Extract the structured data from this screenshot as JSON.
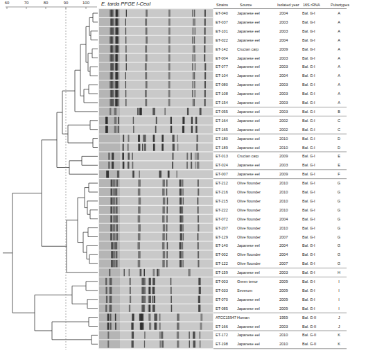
{
  "diagram": {
    "title": "E. tarda PFGE I-CeuI",
    "labels": [
      "60",
      "70",
      "80",
      "90",
      "100",
      "Strains",
      "Source",
      "Isolated year",
      "16S rRNA",
      "Pulsotypes",
      "ET-040",
      "Japanese eel",
      "2004",
      "Bal. G-I",
      "A",
      "ET-037",
      "Japanese eel",
      "2003",
      "Bal. G-I",
      "A",
      "ET-101",
      "Japanese eel",
      "2003",
      "Bal. G-I",
      "A",
      "ET-022",
      "Japanese eel",
      "2004",
      "Bal. G-I",
      "A",
      "ET-142",
      "Crucian carp",
      "2009",
      "Bal. G-I",
      "A",
      "ET-004",
      "Japanese eel",
      "2003",
      "Bal. G-I",
      "A",
      "ET-077",
      "Japanese eel",
      "2003",
      "Bal. G-I",
      "A",
      "ET-104",
      "Japanese eel",
      "2004",
      "Bal. G-I",
      "A",
      "ET-080",
      "Japanese eel",
      "2003",
      "Bal. G-I",
      "A",
      "ET-108",
      "Japanese eel",
      "2003",
      "Bal. G-I",
      "A",
      "ET-154",
      "Japanese eel",
      "2003",
      "Bal. G-I",
      "A",
      "ET-055",
      "Japanese eel",
      "2003",
      "Bal. G-I",
      "B",
      "ET-164",
      "Japanese eel",
      "2002",
      "Bal. G-I",
      "C",
      "ET-165",
      "Japanese eel",
      "2002",
      "Bal. G-I",
      "C",
      "ET-180",
      "Japanese eel",
      "2010",
      "Bal. G-I",
      "D",
      "ET-189",
      "Japanese eel",
      "2010",
      "Bal. G-I",
      "D",
      "ET-013",
      "Crucian carp",
      "2009",
      "Bal. G-I",
      "E",
      "ET-024",
      "Japanese eel",
      "2003",
      "Bal. G-I",
      "E",
      "ET-007",
      "Japanese eel",
      "2009",
      "Bal. G-I",
      "F",
      "ET-212",
      "Olive flounder",
      "2010",
      "Bal. G-I",
      "G",
      "ET-216",
      "Olive flounder",
      "2010",
      "Bal. G-I",
      "G",
      "ET-215",
      "Olive flounder",
      "2010",
      "Bal. G-I",
      "G",
      "ET-222",
      "Olive flounder",
      "2010",
      "Bal. G-I",
      "G",
      "ET-072",
      "Olive flounder",
      "2004",
      "Bal. G-I",
      "G",
      "ET-207",
      "Olive flounder",
      "2010",
      "Bal. G-I",
      "G",
      "ET-129",
      "Olive flounder",
      "2007",
      "Bal. G-I",
      "G",
      "ET-140",
      "Japanese eel",
      "2004",
      "Bal. G-I",
      "G",
      "ET-002",
      "Olive flounder",
      "2004",
      "Bal. G-I",
      "G",
      "ET-122",
      "Olive flounder",
      "2007",
      "Bal. G-I",
      "G",
      "ET-159",
      "Japanese eel",
      "2003",
      "Bal. G-I",
      "H",
      "ET-003",
      "Green terror",
      "2009",
      "Bal. G-I",
      "I",
      "ET-033",
      "Severum",
      "2009",
      "Bal. G-I",
      "I",
      "ET-070",
      "Japanese eel",
      "2009",
      "Bal. G-I",
      "I",
      "ET-085",
      "Japanese eel",
      "2009",
      "Bal. G-I",
      "I",
      "ATCC15947",
      "Human",
      "1959",
      "Bal. G-II",
      "J",
      "ET-166",
      "Japanese eel",
      "2003",
      "Bal. G-II",
      "J",
      "ET-172",
      "Japanese eel",
      "2010",
      "Bal. G-II",
      "K",
      "ET-198",
      "Japanese eel",
      "2010",
      "Bal. G-II",
      "K"
    ]
  }
}
